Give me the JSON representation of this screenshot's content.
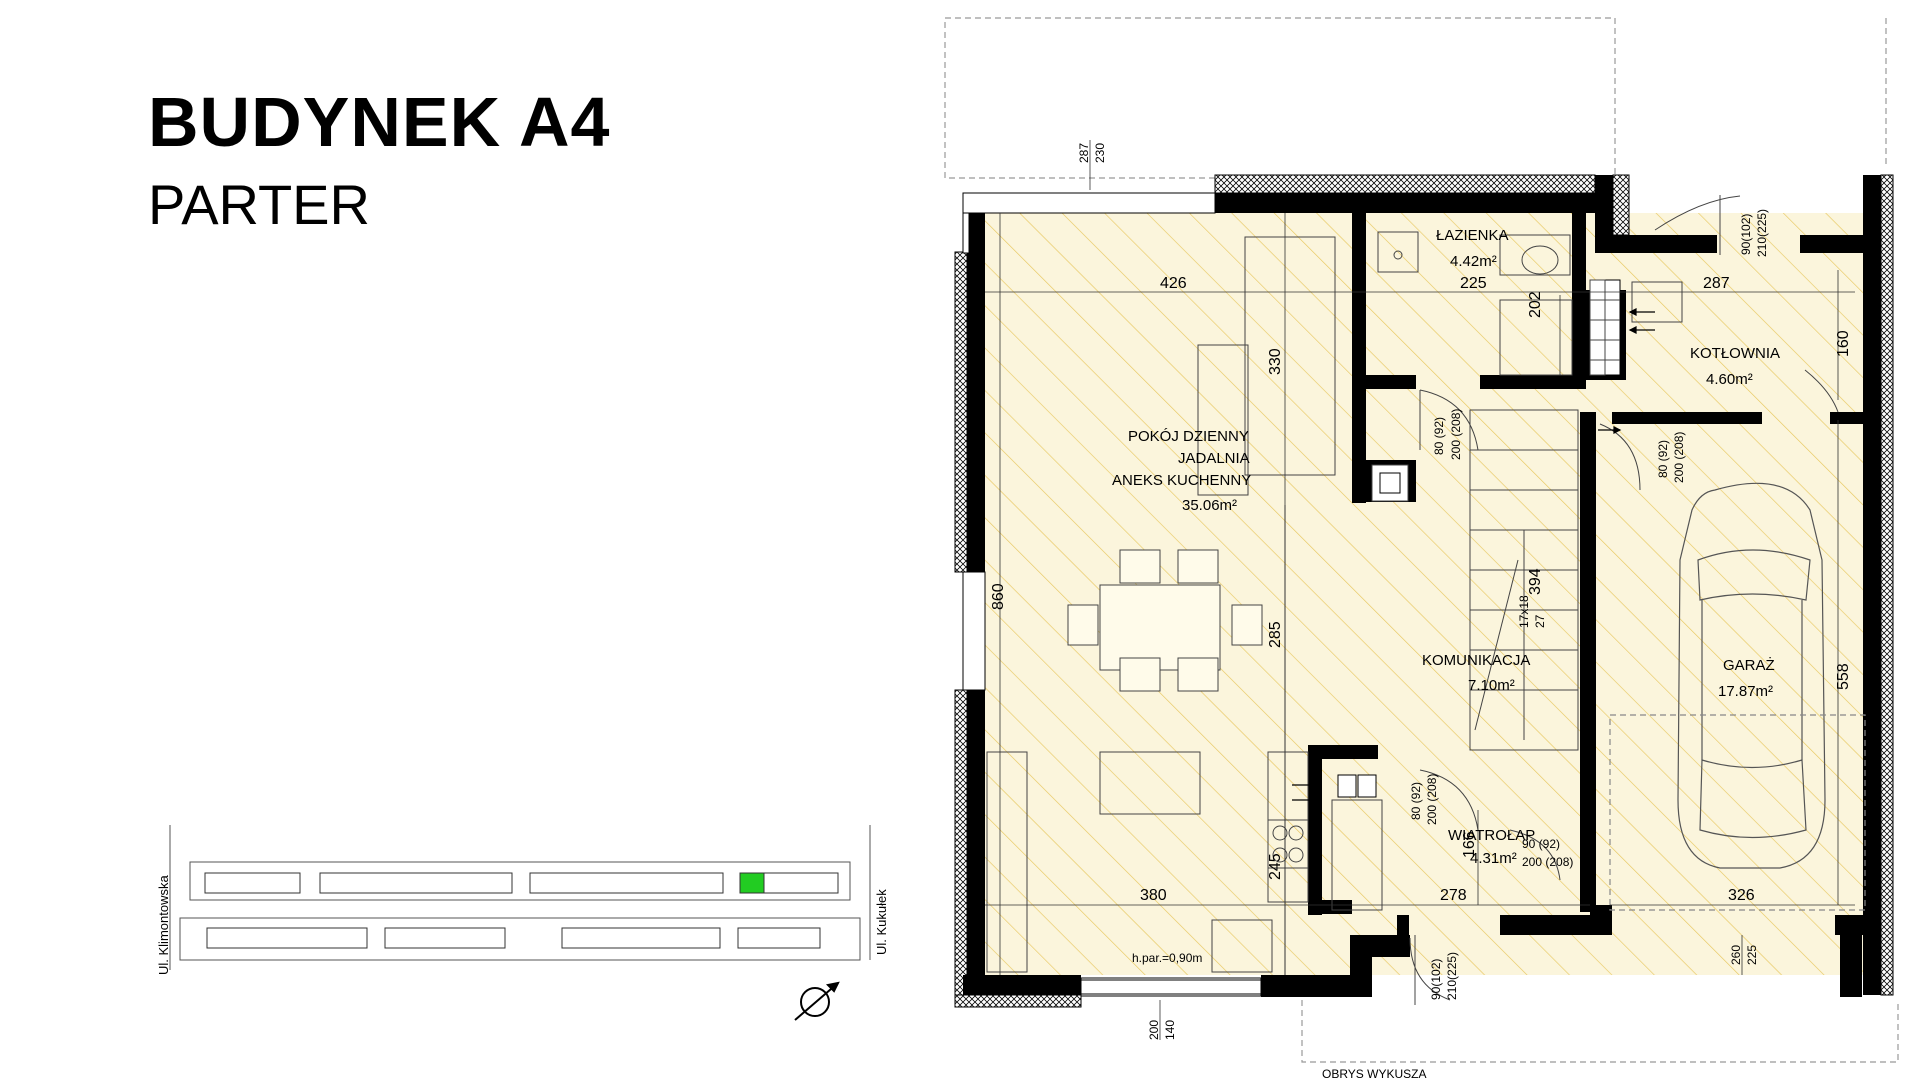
{
  "header": {
    "title": "BUDYNEK A4",
    "subtitle": "PARTER"
  },
  "rooms": {
    "living": {
      "line1": "POKÓJ DZIENNY",
      "line2": "JADALNIA",
      "line3": "ANEKS KUCHENNY",
      "area": "35.06m²"
    },
    "bathroom": {
      "name": "ŁAZIENKA",
      "area": "4.42m²"
    },
    "boiler": {
      "name": "KOTŁOWNIA",
      "area": "4.60m²"
    },
    "hall": {
      "name": "KOMUNIKACJA",
      "area": "7.10m²"
    },
    "vestibule": {
      "name": "WIATROŁAP",
      "area": "4.31m²"
    },
    "garage": {
      "name": "GARAŻ",
      "area": "17.87m²"
    }
  },
  "dimensions": {
    "d287top": "287",
    "d230top": "230",
    "d426": "426",
    "d225": "225",
    "d202": "202",
    "d287r": "287",
    "d160": "160",
    "d330": "330",
    "d860": "860",
    "d285": "285",
    "d394": "394",
    "d558": "558",
    "d245": "245",
    "d380": "380",
    "d278": "278",
    "d326": "326",
    "d166": "166",
    "d200": "200",
    "d140": "140",
    "d260": "260",
    "d225b": "225",
    "stairs": "17x18",
    "stairs2": "27"
  },
  "doors": {
    "bath_a": "80 (92)",
    "bath_b": "200 (208)",
    "boiler_a": "80 (92)",
    "boiler_b": "200 (208)",
    "vest_a": "80 (92)",
    "vest_b": "200 (208)",
    "side_a": "90 (92)",
    "side_b": "200 (208)",
    "top_a": "90(102)",
    "top_b": "210(225)",
    "bot_a": "90(102)",
    "bot_b": "210(225)"
  },
  "notes": {
    "sill": "h.par.=0,90m",
    "bay": "OBRYS WYKUSZA"
  },
  "site_plan": {
    "street_left": "Ul. Klimontowska",
    "street_right": "Ul. Kukułek",
    "highlight_color": "#22cc22"
  },
  "colors": {
    "hatch": "#e8c860",
    "fill": "#fbf5dc",
    "wall": "#000000"
  }
}
